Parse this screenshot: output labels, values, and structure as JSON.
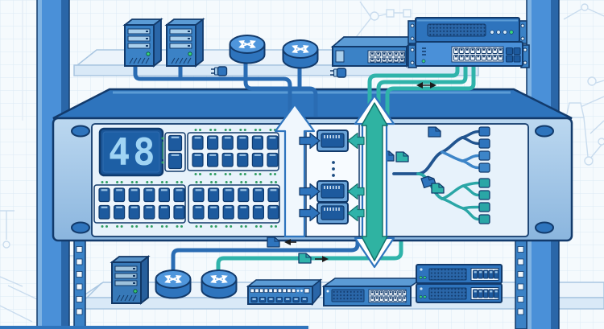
{
  "scene": {
    "description": "Blueprint-style illustration of a 48-port network rack with servers, routers, switches, flow arrows and fiber links",
    "style": "technical blueprint"
  },
  "colors": {
    "background": "#f5fafd",
    "grid_line": "#dcE9f5",
    "outline": "#123a6b",
    "blue": "#2e74bd",
    "blue_mid": "#3b82c6",
    "blue_light": "#5b9bd5",
    "panel_inner": "#e7f2fb",
    "port_dark": "#1d5a9e",
    "teal": "#2fb3aa",
    "teal_dark": "#13716b",
    "led_green": "#3ad67c",
    "cable_blue": "#2a6cb3",
    "arrow_black": "#1c1c1c"
  },
  "rack": {
    "left_rail": {
      "mounting_holes": 7
    },
    "right_rail": {
      "mounting_holes": 7
    },
    "patch_panel": {
      "display_value": "48",
      "uplink_block": {
        "cols": 1,
        "rows": 2
      },
      "bank_top": {
        "cols": 6,
        "rows": 2
      },
      "bank_bottom_left": {
        "cols": 6,
        "rows": 2
      },
      "bank_bottom_right": {
        "cols": 6,
        "rows": 2
      },
      "console_jacks": 3,
      "fiber_endpoints_top": {
        "cols": 1,
        "rows": 2
      },
      "fiber_endpoints_mid": {
        "cols": 1,
        "rows": 2
      },
      "fiber_endpoints_bottom": {
        "cols": 1,
        "rows": 4
      }
    }
  },
  "top_shelf": {
    "tower_servers": 2,
    "routers": 2,
    "desktop_switch": {
      "ports": {
        "cols": 6,
        "rows": 2
      }
    },
    "rack_server": {
      "leds": 4
    },
    "rack_switch": {
      "ports": {
        "cols": 9,
        "rows": 2
      },
      "sfp": {
        "cols": 2,
        "rows": 2
      }
    }
  },
  "bottom_shelf": {
    "tower_servers": 1,
    "routers": 2,
    "mini_hub": {
      "top_ports": {
        "cols": 10,
        "rows": 1
      },
      "front_ports": {
        "cols": 7,
        "rows": 1
      }
    },
    "desktop_switch": {
      "ports": {
        "cols": 8,
        "rows": 2
      }
    },
    "stacked_switches": {
      "count": 2,
      "ports": {
        "cols": 5,
        "rows": 1
      }
    }
  },
  "icons": {
    "router": "disc-with-crossed-arrows",
    "tower_server": "tower-pc",
    "packet": "file-sheet",
    "plug": "power-plug",
    "flow_up": "up-arrow-ribbon",
    "flow_down": "down-arrow-ribbon",
    "transfer": "double-headed-arrow"
  }
}
